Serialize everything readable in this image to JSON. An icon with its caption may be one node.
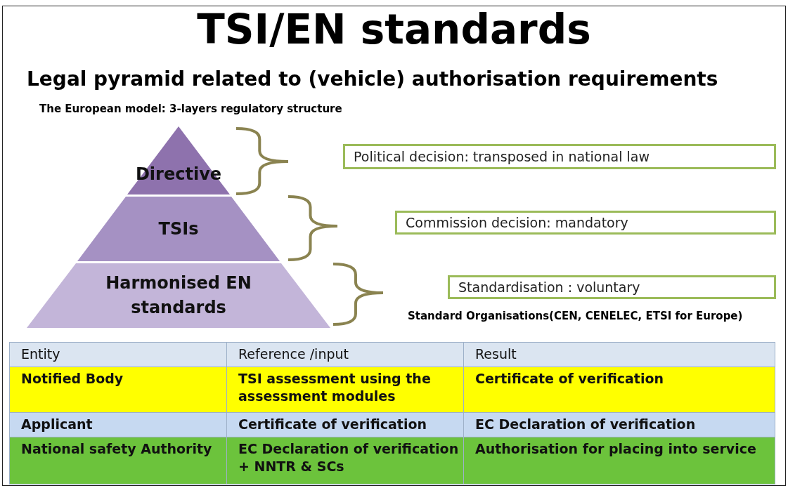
{
  "diagram": {
    "title": "TSI/EN standards",
    "nodes": [
      {
        "text": [
          "Directive"
        ]
      },
      {
        "text": [
          "TSIs"
        ]
      },
      {
        "text": [
          "Harmonised EN standards"
        ]
      },
      {
        "text": [
          "Political decision: transposed in national law"
        ]
      },
      {
        "text": [
          "Commission decision: mandatory"
        ]
      },
      {
        "text": [
          "Standardisation : voluntary"
        ]
      }
    ],
    "labels": [
      "Legal pyramid related to (vehicle) authorisation requirements",
      "The European model: 3-layers regulatory structure",
      "Standard Organisations(CEN, CENELEC, ETSI for Europe)",
      "Entity",
      "Reference /input",
      "Result",
      "Notified Body",
      "TSI assessment using the assessment modules",
      "Certificate of verification",
      "Applicant",
      "Certificate of verification",
      "EC Declaration of verification",
      "National safety Authority",
      "EC Declaration of verification + NNTR & SCs",
      "Authorisation for placing into service"
    ]
  }
}
